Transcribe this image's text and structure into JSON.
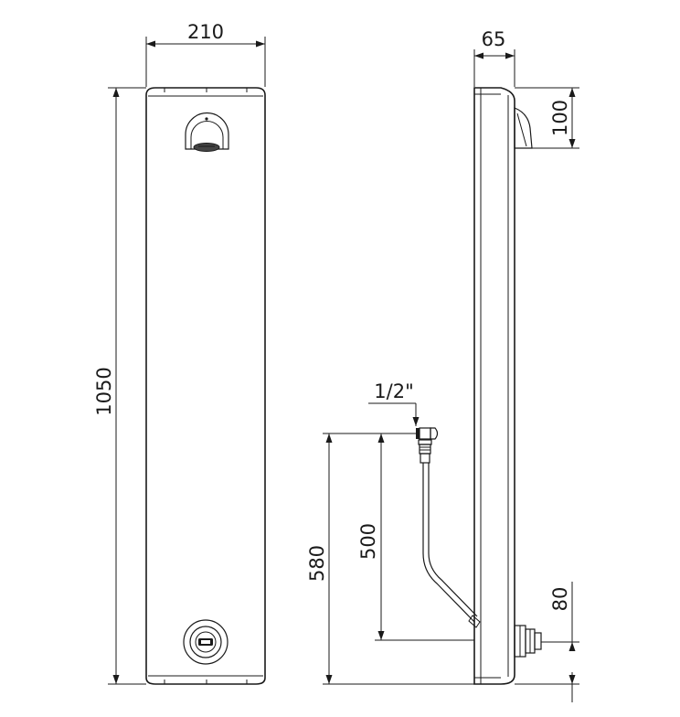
{
  "dimensions": {
    "panel_width": "210",
    "panel_depth": "65",
    "panel_height": "1050",
    "head_drop": "100",
    "supply_height_floor": "580",
    "supply_height_hose_end": "500",
    "button_height": "80",
    "connection_size": "1/2\""
  }
}
